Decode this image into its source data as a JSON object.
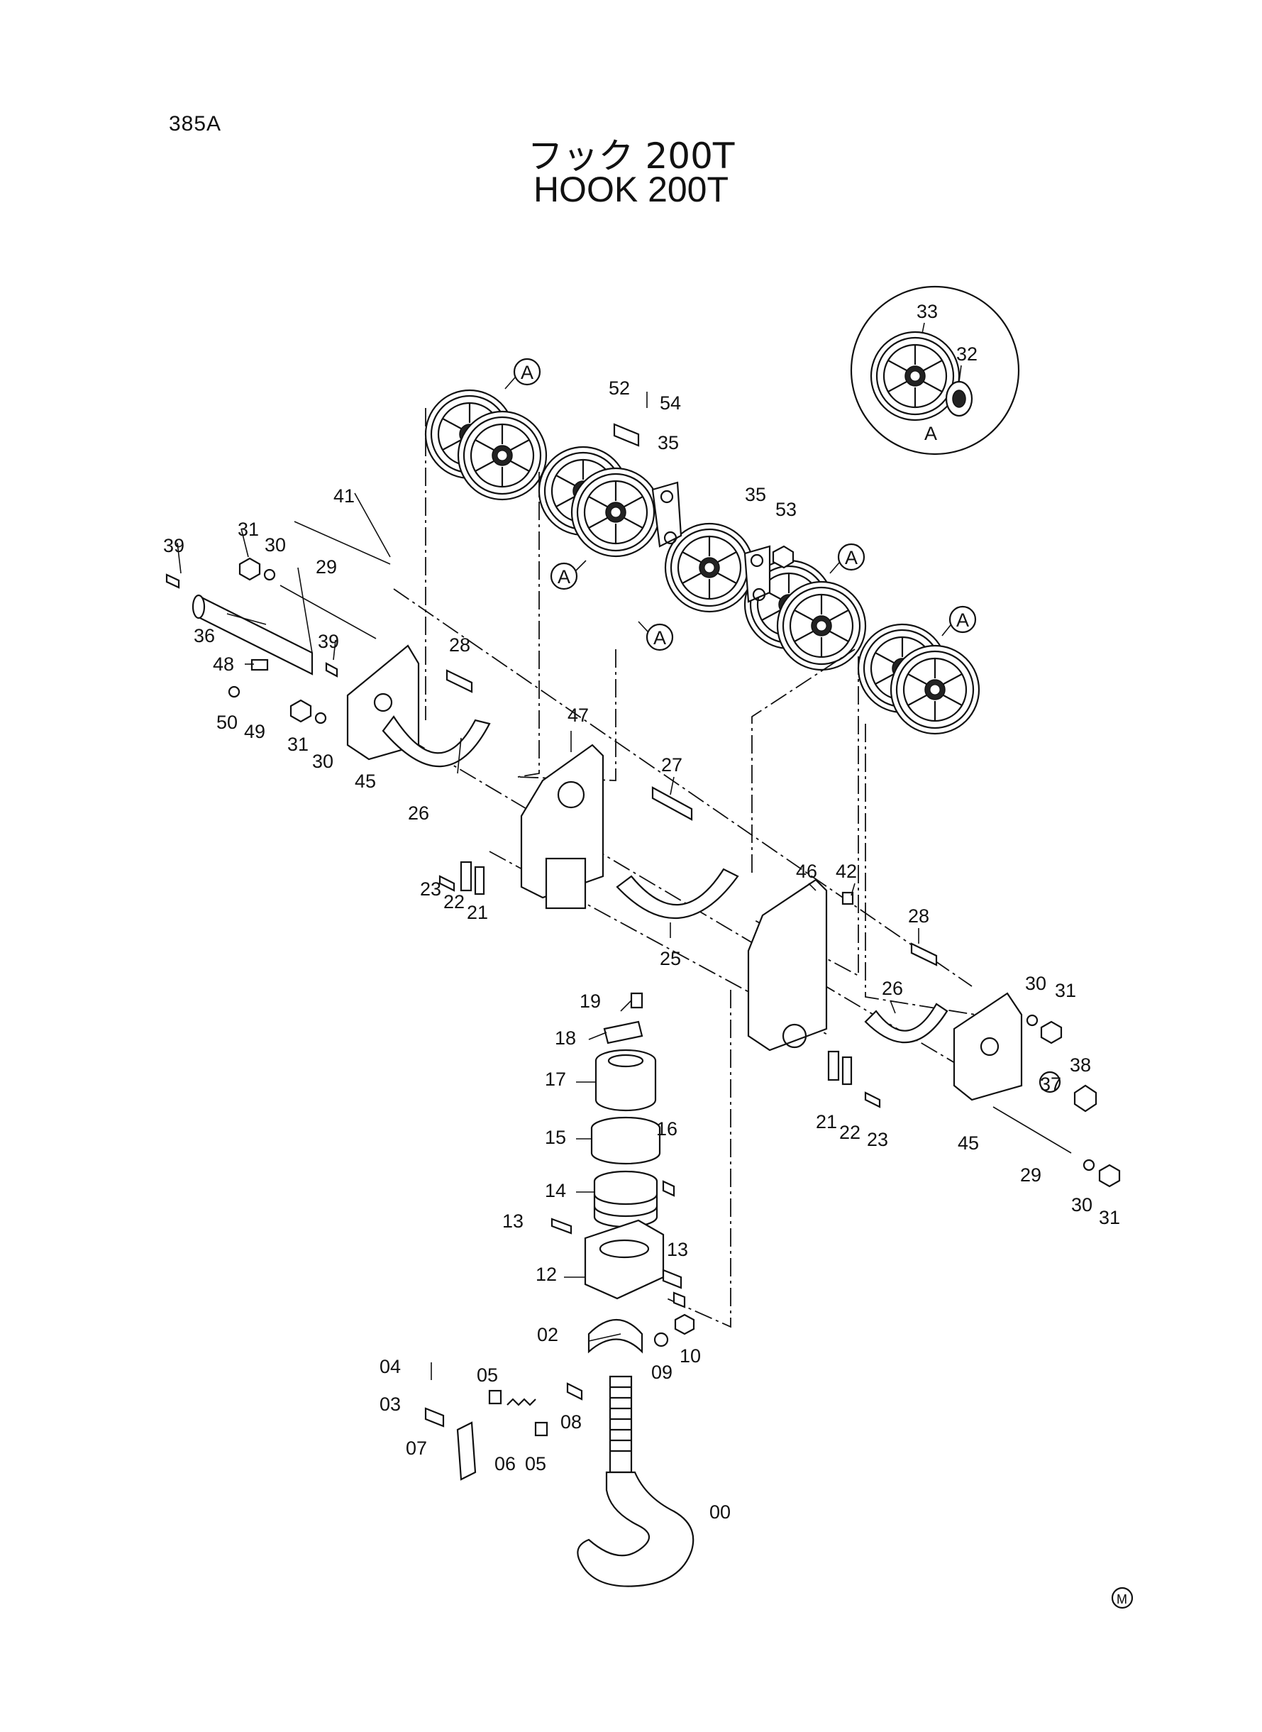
{
  "header": {
    "page_code": "385A",
    "title_jp": "フック 200T",
    "title_en": "HOOK 200T"
  },
  "detail_marker": "A",
  "footer_mark": "M",
  "callouts": {
    "p00": "00",
    "p02": "02",
    "p03": "03",
    "p04": "04",
    "p05a": "05",
    "p05b": "05",
    "p06": "06",
    "p07": "07",
    "p08": "08",
    "p09": "09",
    "p10": "10",
    "p12": "12",
    "p13a": "13",
    "p13b": "13",
    "p14": "14",
    "p15": "15",
    "p16": "16",
    "p17": "17",
    "p18": "18",
    "p19": "19",
    "p21a": "21",
    "p21b": "21",
    "p22a": "22",
    "p22b": "22",
    "p23a": "23",
    "p23b": "23",
    "p25": "25",
    "p26a": "26",
    "p26b": "26",
    "p27": "27",
    "p28a": "28",
    "p28b": "28",
    "p29a": "29",
    "p29b": "29",
    "p30a": "30",
    "p30b": "30",
    "p30c": "30",
    "p30d": "30",
    "p31a": "31",
    "p31b": "31",
    "p31c": "31",
    "p31d": "31",
    "p32": "32",
    "p33": "33",
    "p35a": "35",
    "p35b": "35",
    "p36": "36",
    "p37": "37",
    "p38": "38",
    "p39a": "39",
    "p39b": "39",
    "p41": "41",
    "p42": "42",
    "p45a": "45",
    "p45b": "45",
    "p46": "46",
    "p47": "47",
    "p48": "48",
    "p49": "49",
    "p50": "50",
    "p52": "52",
    "p53": "53",
    "p54": "54"
  }
}
